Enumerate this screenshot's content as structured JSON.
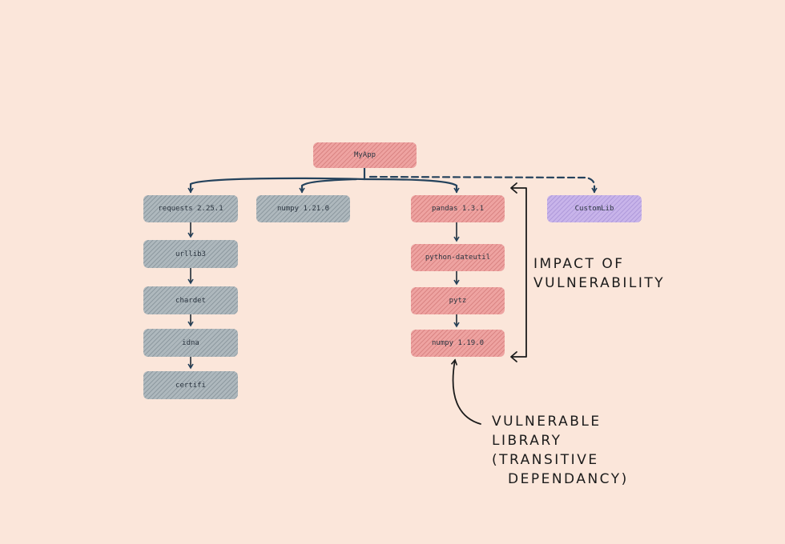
{
  "nodes": {
    "myapp": "MyApp",
    "requests": "requests 2.25.1",
    "numpy_121": "numpy 1.21.0",
    "pandas": "pandas 1.3.1",
    "customlib": "CustomLib",
    "urllib3": "urllib3",
    "chardet": "chardet",
    "idna": "idna",
    "certifi": "certifi",
    "dateutil": "python-dateutil",
    "pytz": "pytz",
    "numpy_119": "numpy 1.19.0"
  },
  "annotations": {
    "impact_line1": "Impact of",
    "impact_line2": "vulnerability",
    "vuln_line1": "vulnerable",
    "vuln_line2": "library",
    "vuln_line3": "(transitive",
    "vuln_line4": "dependancy)"
  },
  "colors": {
    "background": "#fbe6da",
    "grey_node": "#aeb8bd",
    "red_node": "#eea3a1",
    "purple_node": "#c8b4ea",
    "edge": "#24425c",
    "annotation_ink": "#1b1b1b"
  }
}
